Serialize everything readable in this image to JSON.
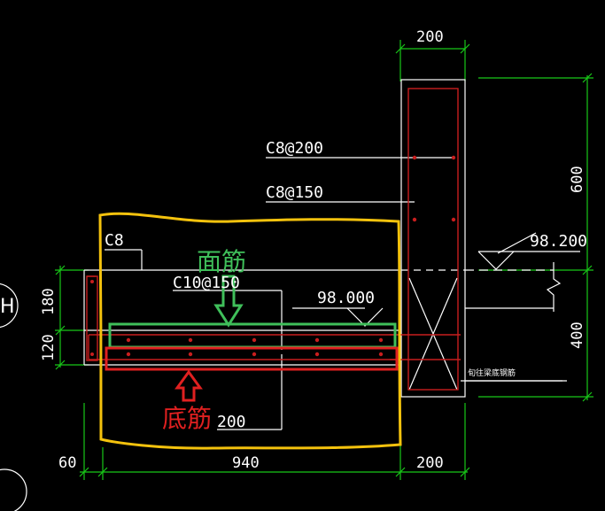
{
  "labels": {
    "top_dim": "200",
    "right_dim_upper": "600",
    "right_dim_lower": "400",
    "left_dim_upper": "180",
    "left_dim_lower": "120",
    "bottom_dim_left": "60",
    "bottom_dim_mid": "940",
    "bottom_dim_right": "200",
    "rebar_c8_200": "C8@200",
    "rebar_c8_150": "C8@150",
    "rebar_c8": "C8",
    "rebar_c10_150": "C10@150",
    "rebar_bottom": "200",
    "elev_right": "98.200",
    "elev_mid": "98.000",
    "beam_note": "旬往梁底钢筋",
    "top_bar_annotation": "面筋",
    "bottom_bar_annotation": "底筋",
    "axis_label": "H"
  },
  "colors": {
    "dim": "#18c818",
    "annotation_yellow": "#f4c20d",
    "annotation_green": "#3fbf5a",
    "annotation_red": "#e02020",
    "rebar_red": "#c81e1e",
    "outline": "#ffffff"
  }
}
